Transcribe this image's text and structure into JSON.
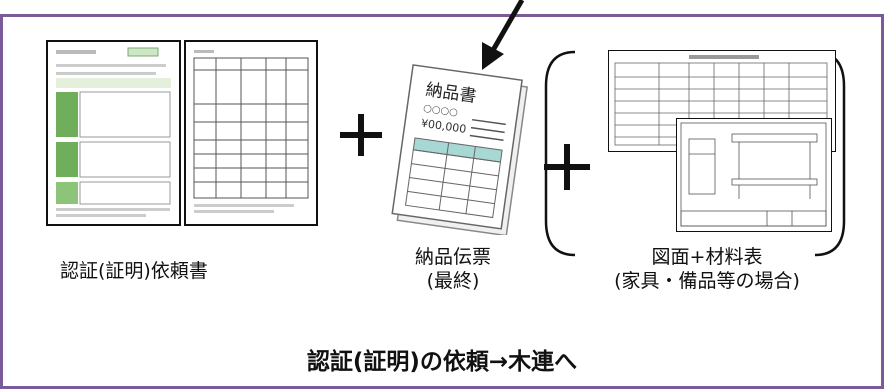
{
  "captions": {
    "request_form": "認証(証明)依頼書",
    "delivery_slip_line1": "納品伝票",
    "delivery_slip_line2": "(最終)",
    "drawing_line1": "図面+材料表",
    "drawing_line2": "(家具・備品等の場合)"
  },
  "slip_illustration": {
    "title": "納品書",
    "circles": "○○○○",
    "amount": "¥00,000"
  },
  "footer": "認証(証明)の依頼→木連へ"
}
